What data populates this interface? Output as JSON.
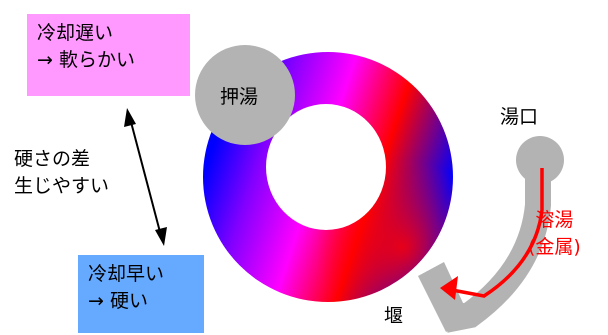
{
  "slow_box": {
    "line1": "冷却遅い",
    "line2": "→ 軟らかい",
    "color": "#ff99ff"
  },
  "fast_box": {
    "line1": "冷却早い",
    "line2": "→ 硬い",
    "color": "#66aaff"
  },
  "hardness_note": {
    "line1": "硬さの差",
    "line2": "生じやすい"
  },
  "labels": {
    "riser": "押湯",
    "sprue": "湯口",
    "flow_line1": "溶湯",
    "flow_line2": "(金属)",
    "gate": "堰"
  },
  "colors": {
    "hot": "#ff0000",
    "cold": "#0000ff",
    "mid": "#ff00ff",
    "mold_gray": "#b3b3b3",
    "flow_arrow": "#ff0000"
  }
}
